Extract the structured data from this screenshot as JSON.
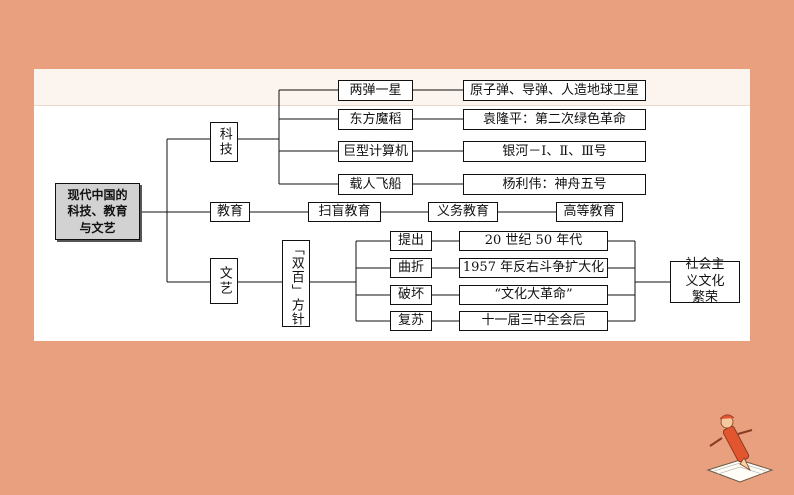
{
  "root": "现代中国的科技、教育与文艺",
  "branches": {
    "keji": {
      "label": "科技",
      "items": [
        {
          "name": "两弹一星",
          "detail": "原子弹、导弹、人造地球卫星"
        },
        {
          "name": "东方魔稻",
          "detail": "袁隆平：第二次绿色革命"
        },
        {
          "name": "巨型计算机",
          "detail": "银河－Ⅰ、Ⅱ、Ⅲ号"
        },
        {
          "name": "载人飞船",
          "detail": "杨利伟：神舟五号"
        }
      ]
    },
    "jiaoyu": {
      "label": "教育",
      "stages": [
        "扫盲教育",
        "义务教育",
        "高等教育"
      ]
    },
    "wenyi": {
      "label": "文艺",
      "policy": "「双百」方针",
      "stages": [
        {
          "name": "提出",
          "detail": "20 世纪 50 年代"
        },
        {
          "name": "曲折",
          "detail": "1957 年反右斗争扩大化"
        },
        {
          "name": "破坏",
          "detail": "“文化大革命”"
        },
        {
          "name": "复苏",
          "detail": "十一届三中全会后"
        }
      ],
      "result": "社会主义文化繁荣"
    }
  }
}
